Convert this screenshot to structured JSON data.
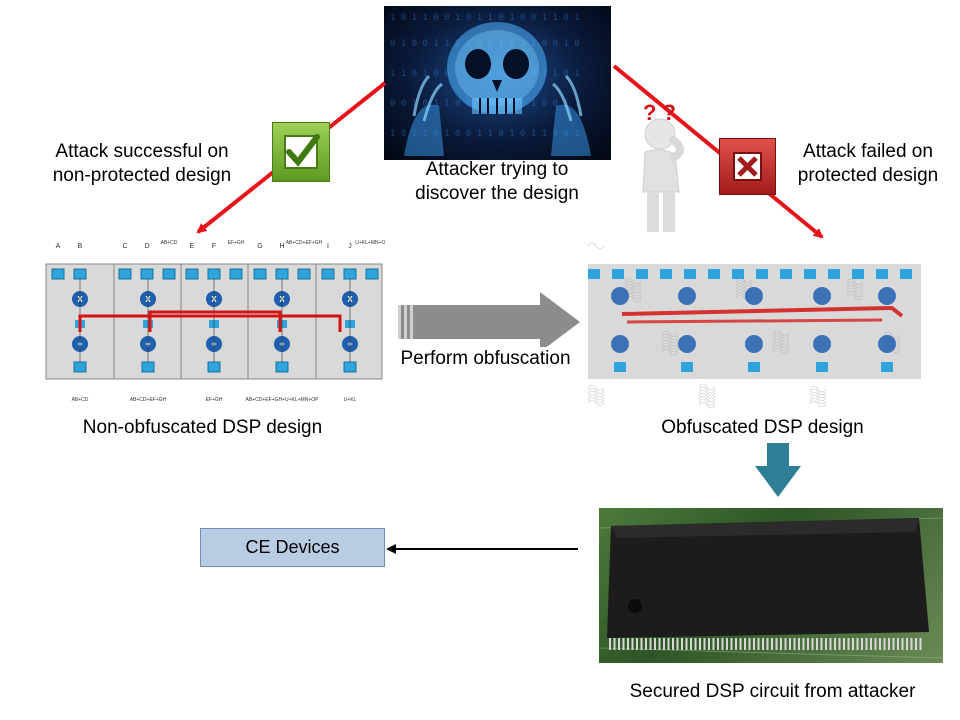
{
  "labels": {
    "attack_success": [
      "Attack successful on",
      "non-protected design"
    ],
    "attack_failed": [
      "Attack failed on",
      "protected design"
    ],
    "attacker": [
      "Attacker trying to",
      "discover the design"
    ],
    "perform": "Perform obfuscation",
    "non_obfuscated": "Non-obfuscated DSP design",
    "obfuscated": "Obfuscated DSP design",
    "ce_devices": "CE Devices",
    "secured": "Secured DSP circuit from attacker"
  },
  "circuit": {
    "inputs": [
      "A",
      "B",
      "C",
      "D",
      "AB+CD",
      "E",
      "F",
      "EF+GH",
      "G",
      "H",
      "AB+CD+EF+GH",
      "I",
      "J",
      "U+KL+MN+OP"
    ],
    "outputs": [
      "AB+CD",
      "AB+CD+EF+GH",
      "EF+GH",
      "AB+CD+EF+GH+U+KL+MN+OP",
      "U+KL"
    ],
    "mult_symbol": "X",
    "add_symbol": "+"
  },
  "icons": {
    "check": "check-icon",
    "cross": "cross-icon",
    "question": "question-mark-icon"
  },
  "colors": {
    "arrow_red": "#e8141c",
    "teal_arrow": "#2e7f96",
    "node_blue": "#1f5fae",
    "box_cyan": "#2ea3dc",
    "ce_fill": "#b8cce4"
  }
}
